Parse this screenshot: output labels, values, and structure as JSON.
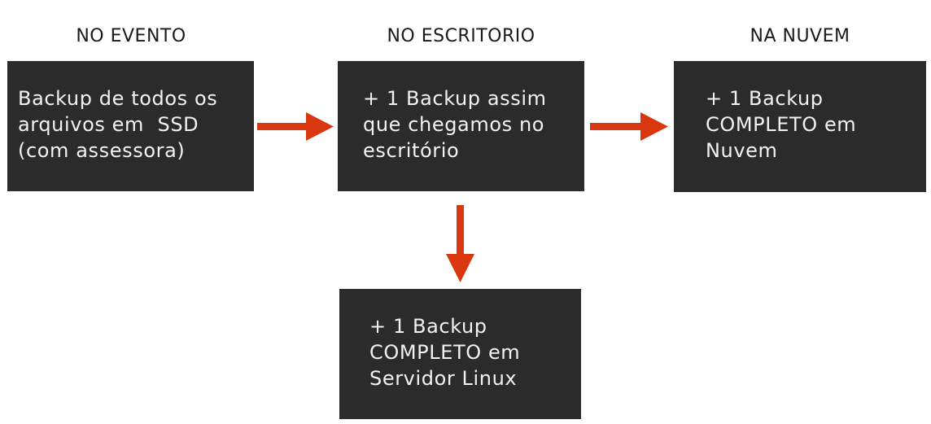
{
  "columns": {
    "event": "NO EVENTO",
    "office": "NO ESCRITORIO",
    "cloud": "NA NUVEM"
  },
  "boxes": {
    "event": {
      "lines": [
        "Backup de todos os",
        "arquivos em  SSD",
        "(com assessora)"
      ]
    },
    "office": {
      "lines": [
        "+ 1 Backup assim",
        "que chegamos no",
        "escritório"
      ]
    },
    "cloud": {
      "lines": [
        "+ 1 Backup",
        "COMPLETO em",
        "Nuvem"
      ]
    },
    "server": {
      "lines": [
        "+ 1 Backup",
        "COMPLETO em",
        "Servidor Linux"
      ]
    }
  },
  "colors": {
    "box_fill": "#2b2b2b",
    "box_text": "#f2f2f2",
    "arrow": "#d9370f",
    "title_text": "#1a1a1a"
  }
}
